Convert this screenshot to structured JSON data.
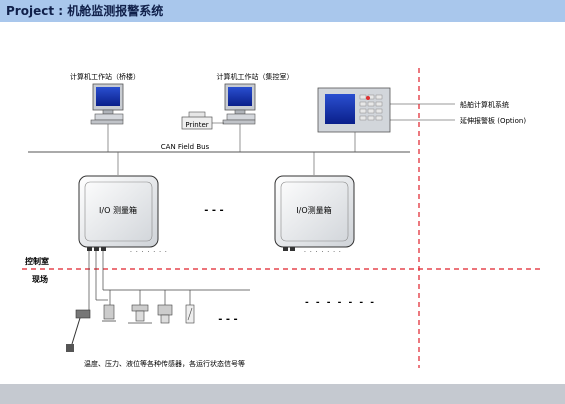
{
  "header": {
    "title_prefix": "Project :",
    "title": "机舱监测报警系统"
  },
  "workstations": [
    {
      "label": "计算机工作站（桥楼）"
    },
    {
      "label": "计算机工作站（集控室）"
    }
  ],
  "printer": {
    "label": "Printer"
  },
  "bus": {
    "label": "CAN Field Bus"
  },
  "right_labels": {
    "ship_computer": "船舶计算机系统",
    "extension_panel": "延伸报警板 (Option)"
  },
  "io_boxes": [
    {
      "label": "I/O 测量箱"
    },
    {
      "label": "I/O测量箱"
    }
  ],
  "zones": {
    "control_room": "控制室",
    "field": "现场"
  },
  "ellipsis": "- - -",
  "bottom_caption": "温度、压力、液位等各种传感器，各运行状态信号等",
  "colors": {
    "header_bar": "#a9c7ec",
    "footer_bar": "#c5c9d0",
    "zone_line": "#e0202a"
  }
}
